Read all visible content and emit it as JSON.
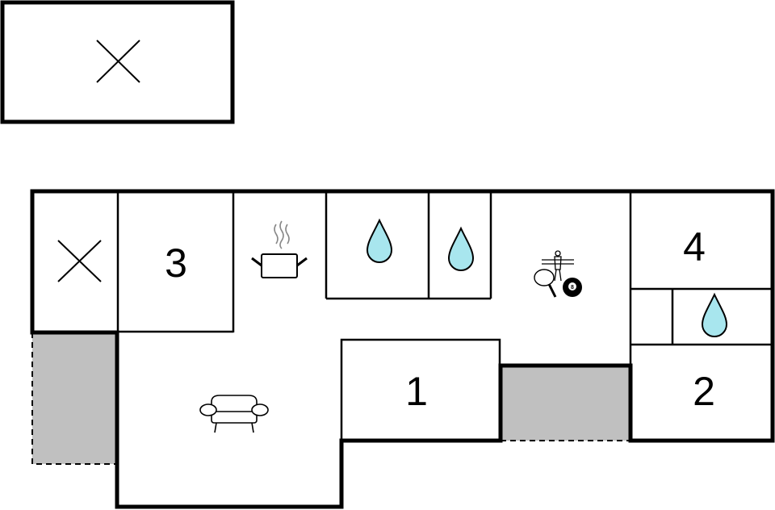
{
  "rooms": {
    "bedroom_1": "1",
    "bedroom_2": "2",
    "bedroom_3": "3",
    "bedroom_4": "4"
  },
  "icons": {
    "storage_outbuilding": "x-mark-icon",
    "storage_room": "x-mark-icon",
    "kitchen": "cooking-pot-icon",
    "bathroom": "water-drop-icon",
    "activity_room": "games-icon",
    "living_room": "sofa-icon"
  },
  "colors": {
    "wall": "#000000",
    "water_drop": "#a8e6ee",
    "terrace": "#c0c0c0",
    "background": "#ffffff"
  }
}
